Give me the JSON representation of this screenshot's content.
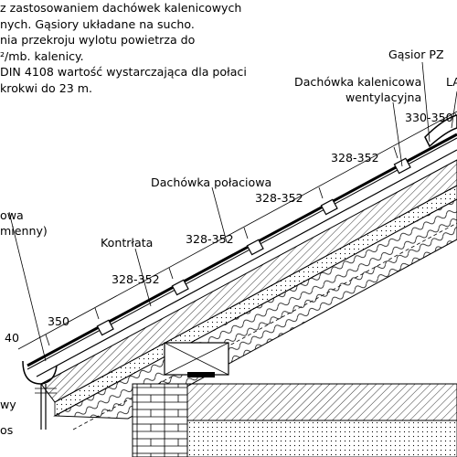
{
  "notes": [
    "z zastosowaniem dachówek kalenicowych",
    "nych. Gąsiory układane na sucho.",
    "nia przekroju wylotu powietrza do",
    "²/mb. kalenicy.",
    "DIN 4108 wartość wystarczająca dla połaci",
    "krokwi do 23 m."
  ],
  "labels": {
    "gasior": "Gąsior PZ",
    "la": "LA",
    "dachowka_kalenicowa_1": "Dachówka kalenicowa",
    "dachowka_kalenicowa_2": "wentylacyjna",
    "dachowka_polaciowa": "Dachówka połaciowa",
    "kontrlata": "Kontrłata",
    "left_top": "owa",
    "left_mid": "mienny)",
    "left_wy": "wy",
    "left_os": "os"
  },
  "dimensions": {
    "d1": "330-350",
    "d2": "328-352",
    "d3": "328-352",
    "d4": "328-352",
    "d5": "328-352",
    "d6": "350",
    "d7": "40"
  }
}
